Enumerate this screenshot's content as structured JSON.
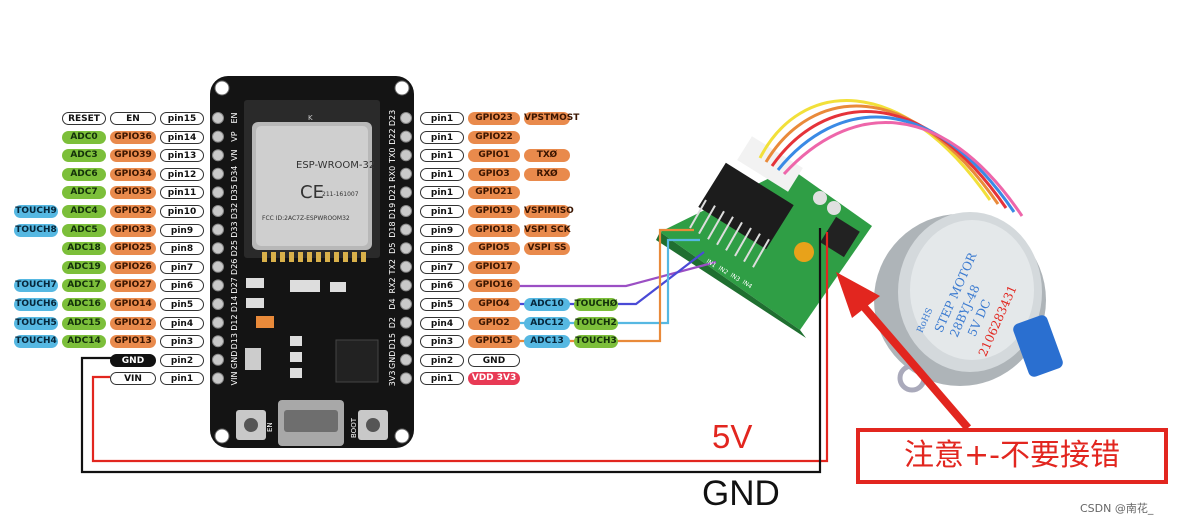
{
  "left_pins": [
    {
      "extra": "",
      "func": "RESET",
      "gpio": "EN",
      "pin": "pin15"
    },
    {
      "extra": "",
      "func": "ADC0",
      "gpio": "GPIO36",
      "pin": "pin14"
    },
    {
      "extra": "",
      "func": "ADC3",
      "gpio": "GPIO39",
      "pin": "pin13"
    },
    {
      "extra": "",
      "func": "ADC6",
      "gpio": "GPIO34",
      "pin": "pin12"
    },
    {
      "extra": "",
      "func": "ADC7",
      "gpio": "GPIO35",
      "pin": "pin11"
    },
    {
      "extra": "TOUCH9",
      "func": "ADC4",
      "gpio": "GPIO32",
      "pin": "pin10"
    },
    {
      "extra": "TOUCH8",
      "func": "ADC5",
      "gpio": "GPIO33",
      "pin": "pin9"
    },
    {
      "extra": "",
      "func": "ADC18",
      "gpio": "GPIO25",
      "pin": "pin8"
    },
    {
      "extra": "",
      "func": "ADC19",
      "gpio": "GPIO26",
      "pin": "pin7"
    },
    {
      "extra": "TOUCH7",
      "func": "ADC17",
      "gpio": "GPIO27",
      "pin": "pin6"
    },
    {
      "extra": "TOUCH6",
      "func": "ADC16",
      "gpio": "GPIO14",
      "pin": "pin5"
    },
    {
      "extra": "TOUCH5",
      "func": "ADC15",
      "gpio": "GPIO12",
      "pin": "pin4"
    },
    {
      "extra": "TOUCH4",
      "func": "ADC14",
      "gpio": "GPIO13",
      "pin": "pin3"
    },
    {
      "extra": "",
      "func": "",
      "gpio": "GND",
      "pin": "pin2"
    },
    {
      "extra": "",
      "func": "",
      "gpio": "VIN",
      "pin": "pin1"
    }
  ],
  "right_pins": [
    {
      "pin": "pin1",
      "gpio": "GPIO23",
      "func": "VPSTMOST",
      "extra": ""
    },
    {
      "pin": "pin1",
      "gpio": "GPIO22",
      "func": "",
      "extra": ""
    },
    {
      "pin": "pin1",
      "gpio": "GPIO1",
      "func": "TXØ",
      "extra": ""
    },
    {
      "pin": "pin1",
      "gpio": "GPIO3",
      "func": "RXØ",
      "extra": ""
    },
    {
      "pin": "pin1",
      "gpio": "GPIO21",
      "func": "",
      "extra": ""
    },
    {
      "pin": "pin1",
      "gpio": "GPIO19",
      "func": "VSPIMISO",
      "extra": ""
    },
    {
      "pin": "pin9",
      "gpio": "GPIO18",
      "func": "VSPI SCK",
      "extra": ""
    },
    {
      "pin": "pin8",
      "gpio": "GPIO5",
      "func": "VSPI SS",
      "extra": ""
    },
    {
      "pin": "pin7",
      "gpio": "GPIO17",
      "func": "",
      "extra": ""
    },
    {
      "pin": "pin6",
      "gpio": "GPIO16",
      "func": "",
      "extra": ""
    },
    {
      "pin": "pin5",
      "gpio": "GPIO4",
      "func": "ADC10",
      "extra": "TOUCHØ"
    },
    {
      "pin": "pin4",
      "gpio": "GPIO2",
      "func": "ADC12",
      "extra": "TOUCH2"
    },
    {
      "pin": "pin3",
      "gpio": "GPIO15",
      "func": "ADC13",
      "extra": "TOUCH3"
    },
    {
      "pin": "pin2",
      "gpio": "GND",
      "func": "",
      "extra": ""
    },
    {
      "pin": "pin1",
      "gpio": "VDD 3V3",
      "func": "",
      "extra": ""
    }
  ],
  "board": {
    "module_name": "ESP-WROOM-32",
    "fcc": "FCC ID:2AC7Z-ESPWROOM32",
    "cert": "211-161007",
    "ce": "CE",
    "k_mark": "K",
    "btn_en": "EN",
    "btn_boot": "BOOT",
    "left_header": [
      "EN",
      "VP",
      "VN",
      "D34",
      "D35",
      "D32",
      "D33",
      "D25",
      "D26",
      "D27",
      "D14",
      "D12",
      "D13",
      "GND",
      "VIN"
    ],
    "right_header": [
      "D23",
      "D22",
      "TX0",
      "RX0",
      "D21",
      "D19",
      "D18",
      "D5",
      "TX2",
      "RX2",
      "D4",
      "D2",
      "D15",
      "GND",
      "3V3"
    ]
  },
  "driver": {
    "pins": [
      "IN1",
      "IN2",
      "IN3",
      "IN4"
    ]
  },
  "motor": {
    "rohs": "RoHS",
    "line1": "STEP MOTOR",
    "line2": "28BYJ-48",
    "line3": "5V DC",
    "serial": "2106283431"
  },
  "labels": {
    "v5": "5V",
    "gnd": "GND",
    "warning": "注意+-不要接错",
    "watermark": "CSDN @南花_"
  },
  "colors": {
    "orange": "#e98a4c",
    "green": "#7cbf3a",
    "blue": "#56b8e2",
    "red_wire": "#e2261f",
    "purple_wire": "#9b4fc4",
    "pcb": "#2f9e45",
    "board": "#141414"
  }
}
